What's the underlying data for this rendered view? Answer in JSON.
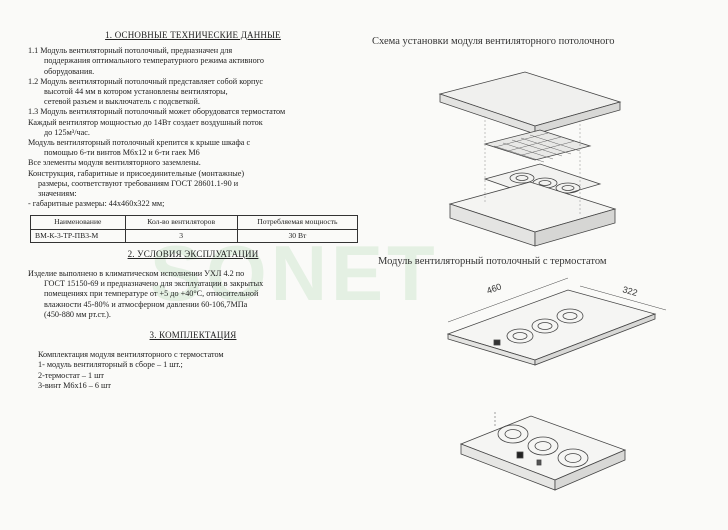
{
  "left": {
    "section1": {
      "title": "1. ОСНОВНЫЕ ТЕХНИЧЕСКИЕ ДАННЫЕ",
      "lines": [
        "1.1 Модуль вентиляторный потолочный, предназначен для",
        "поддержания оптимального температурного режима активного",
        "оборудования.",
        "1.2 Модуль вентиляторный потолочный представляет собой корпус",
        "высотой  44 мм в котором установлены вентиляторы,",
        "сетевой разъем и выключатель с подсветкой.",
        "1.3  Модуль вентиляторный потолочный может оборудоватся термостатом",
        "Каждый вентилятор мощностью до 14Вт создает воздушный поток",
        "до 125м³/час.",
        "Модуль вентиляторный потолочный крепится к крыше шкафа с",
        "помощью 6-ти винтов М6х12 и 6-ти гаек М6",
        "Все элементы модуля вентиляторного заземлены.",
        "Конструкция, габаритные и присоединительные (монтажные)",
        "размеры, соответствуют требованиям  ГОСТ 28601.1-90 и",
        "значениям:",
        "- габаритные размеры: 44х460х322 мм;"
      ]
    },
    "table": {
      "headers": [
        "Наименование",
        "Кол-во вентиляторов",
        "Потребляемая мощность"
      ],
      "row": [
        "ВМ-К-3-ТР-ПВ3-М",
        "3",
        "30 Вт"
      ]
    },
    "section2": {
      "title": "2. УСЛОВИЯ ЭКСПЛУАТАЦИИ",
      "lines": [
        "Изделие выполнено в климатическом исполнении УХЛ 4.2 по",
        "ГОСТ 15150-69 и предназначено для эксплуатации в закрытых",
        "помещениях при температуре от +5 до +40°С, относительной",
        "влажности 45-80% и атмосферном давлении 60-106,7МПа",
        "(450-880 мм рт.ст.)."
      ]
    },
    "section3": {
      "title": "3. КОМПЛЕКТАЦИЯ",
      "lines": [
        "Комплектация модуля вентиляторного с термостатом",
        "1- модуль вентиляторный в сборе – 1 шт.;",
        "2-термостат – 1 шт",
        "3-винт М6х16 – 6 шт"
      ]
    }
  },
  "right": {
    "caption_top": "Схема установки модуля вентиляторного потолочного",
    "caption_mid": "Модуль вентиляторный потолочный с термостатом",
    "dim_length": "460",
    "dim_width": "322"
  },
  "watermark": "SONET"
}
